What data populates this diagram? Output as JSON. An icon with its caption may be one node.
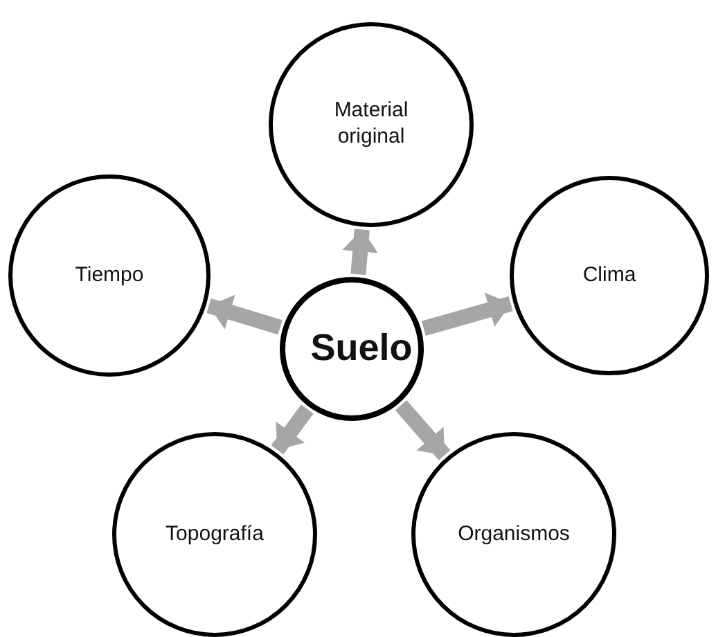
{
  "diagram": {
    "nodes": [
      {
        "text": [
          "Material original"
        ]
      },
      {
        "text": [
          "Tiempo"
        ]
      },
      {
        "text": [
          "Suelo"
        ]
      },
      {
        "text": [
          "Clima"
        ]
      },
      {
        "text": [
          "Topografía"
        ]
      },
      {
        "text": [
          "Organismos"
        ]
      }
    ],
    "edges": [
      {
        "from": 2,
        "to": 0,
        "arrow": "to"
      },
      {
        "from": 2,
        "to": 1,
        "arrow": "to"
      },
      {
        "from": 2,
        "to": 3,
        "arrow": "to"
      },
      {
        "from": 2,
        "to": 4,
        "arrow": "to"
      },
      {
        "from": 2,
        "to": 5,
        "arrow": "to"
      }
    ]
  }
}
